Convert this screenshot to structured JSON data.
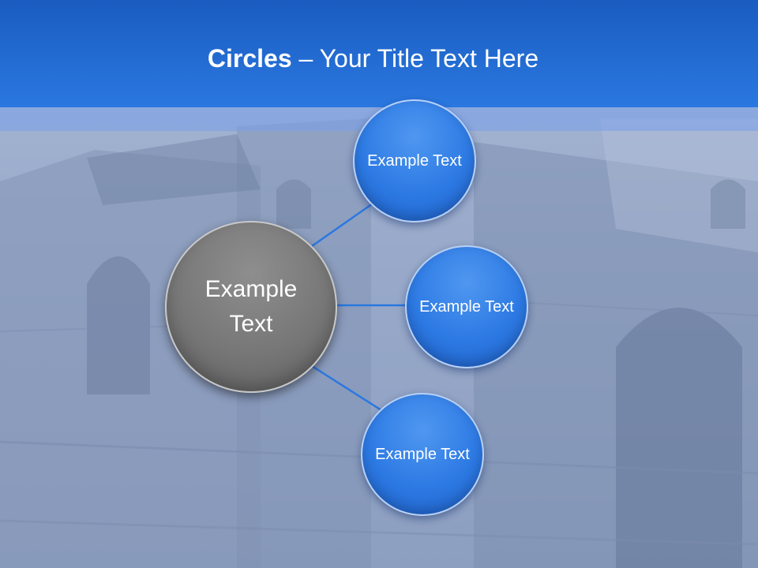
{
  "title": {
    "bold": "Circles",
    "rest": " – Your Title Text Here"
  },
  "colors": {
    "title_bar": "#2a78e0",
    "node_blue": "#2d7ae4",
    "center_grey": "#777777",
    "connector": "#2a78e0"
  },
  "diagram": {
    "center": {
      "label": "Example Text"
    },
    "nodes": [
      {
        "label": "Example Text"
      },
      {
        "label": "Example Text"
      },
      {
        "label": "Example Text"
      }
    ]
  }
}
